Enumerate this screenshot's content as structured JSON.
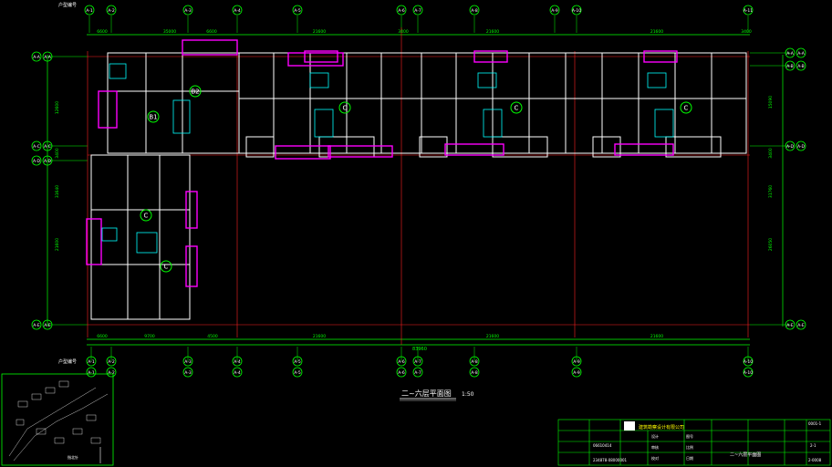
{
  "drawing_title": "二~六层平面图",
  "drawing_scale": "1:50",
  "dimensions": {
    "top": [
      "6600",
      "35000",
      "6600",
      "21600",
      "3400",
      "21600",
      "21600",
      "3400"
    ],
    "total": "83960",
    "bottom": [
      "6600",
      "9700",
      "4500",
      "21600",
      "21600",
      "21600"
    ],
    "left_vertical": [
      "12600",
      "3400",
      "31640",
      "21600"
    ],
    "right_vertical": [
      "15090",
      "3400",
      "31760",
      "26050"
    ]
  },
  "axis_labels_top": [
    "A-1",
    "A-2",
    "A-3",
    "A-4",
    "A-5",
    "A-6",
    "A-7",
    "A-8",
    "A-9",
    "A-10",
    "A-11"
  ],
  "axis_labels_bottom": [
    "A-1",
    "A-2",
    "A-3",
    "A-4",
    "A-5",
    "A-6",
    "A-7",
    "A-8",
    "A-9",
    "A-10"
  ],
  "axis_labels_left": [
    "A-A",
    "A-C",
    "A-D",
    "A-E"
  ],
  "axis_labels_right": [
    "A-A",
    "A-B",
    "A-D",
    "A-E"
  ],
  "unit_markers": [
    "B1",
    "B2",
    "C",
    "C",
    "C",
    "C",
    "C"
  ],
  "notes": {
    "top_left": "户型编号",
    "bottom_left": "户型编号",
    "north": "指北针"
  },
  "title_block": {
    "company": "建筑勘察设计有限公司",
    "drawing_name": "二~六层平面图",
    "sheet_no": "0001-1",
    "rev": "2-1",
    "code1": "2-0008",
    "proj1": "06610414",
    "proj2": "234878-08000001",
    "labels": [
      "设计",
      "审核",
      "校对",
      "图号",
      "比例",
      "日期"
    ]
  },
  "colors": {
    "background": "#000000",
    "walls": "#ffffff",
    "axis": "#ff2020",
    "dimension": "#00ff00",
    "highlight": "#ff00ff",
    "window": "#00ffff"
  }
}
